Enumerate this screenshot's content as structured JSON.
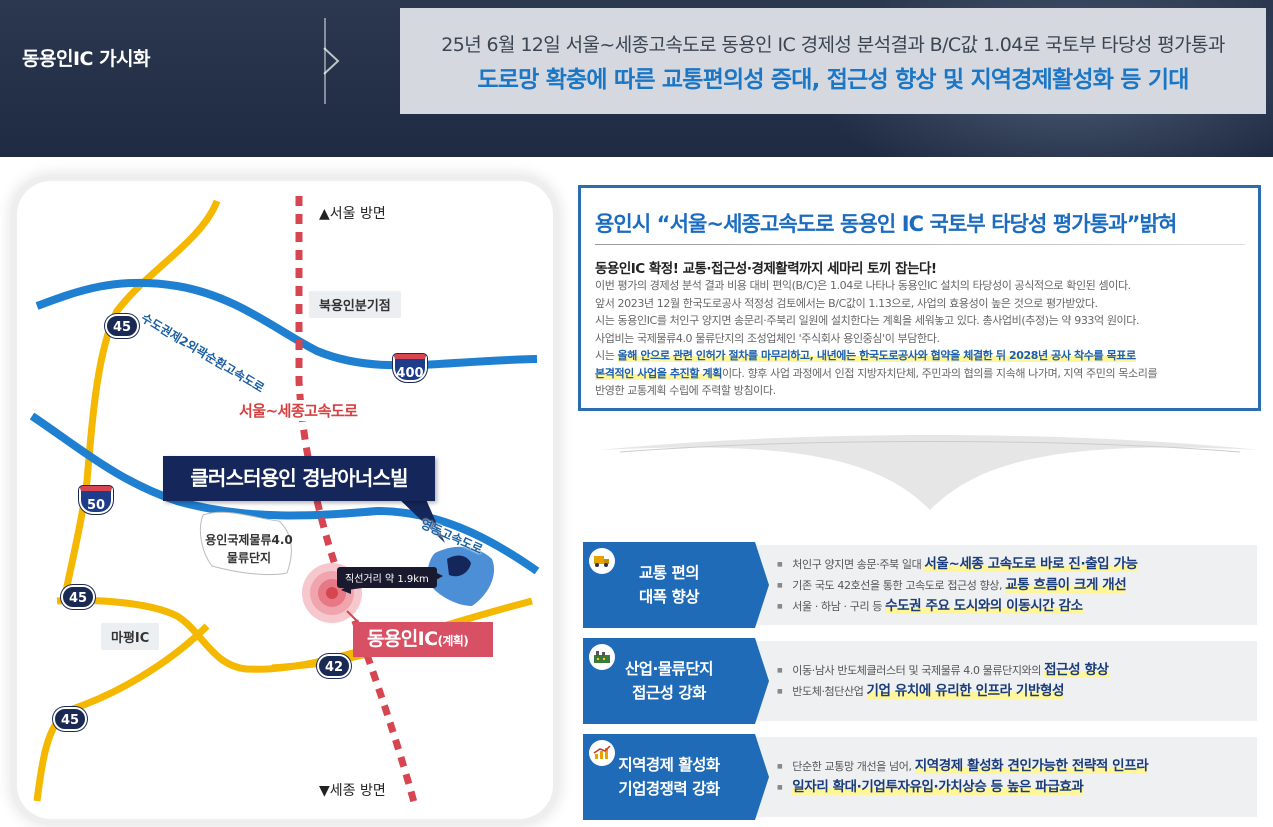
{
  "header": {
    "title": "동용인IC 가시화",
    "line1": "25년 6월 12일 서울~세종고속도로 동용인 IC 경제성 분석결과 B/C값 1.04로 국토부 타당성 평가통과",
    "line2": "도로망 확충에 따른 교통편의성 증대, 접근성 향상 및 지역경제활성화 등 기대"
  },
  "map": {
    "north_label": "▲서울 방면",
    "south_label": "▼세종 방면",
    "buk_junction": "북용인분기점",
    "mapyeong_ic": "마평IC",
    "red_road": "서울~세종고속도로",
    "capital_ring_road": "수도권제2외곽순환고속도로",
    "yeongdong_road": "영동고속도로",
    "cluster_callout": "클러스터용인 경남아너스빌",
    "logistics_line1": "용인국제물류4.0",
    "logistics_line2": "물류단지",
    "distance": "직선거리 약 1.9km",
    "ic_main": "동용인IC",
    "ic_sub": "(계획)",
    "route_45": "45",
    "route_400": "400",
    "route_50": "50",
    "route_42": "42",
    "colors": {
      "expressway": "#1f7fd1",
      "national_road": "#f5b800",
      "planned_road": "#d64550",
      "navy": "#15275a"
    }
  },
  "article": {
    "title": "용인시 “서울~세종고속도로 동용인 IC 국토부 타당성 평가통과”밝혀",
    "subtitle": "동용인IC 확정! 교통·접근성·경제활력까지 세마리 토끼 잡는다!",
    "p1": "이번 평가의 경제성 분석 결과 비용 대비 편익(B/C)은 1.04로 나타나 동용인IC 설치의 타당성이 공식적으로 확인된 셈이다.",
    "p2": "앞서 2023년 12월 한국도로공사 적정성 검토에서는 B/C값이 1.13으로, 사업의 효용성이 높은 것으로 평가받았다.",
    "p3": "시는 동용인IC를 처인구 양지면 송문리·주북리 일원에 설치한다는 계획을 세워놓고 있다. 총사업비(추정)는 약 933억 원이다.",
    "p4": "사업비는 국제물류4.0 물류단지의 조성업체인 '주식회사 용인중심'이 부담한다.",
    "p5_pre": "시는 ",
    "p5_hl1": "올해 안으로 관련 인허가 절차를 마무리하고, 내년에는 한국도로공사와 협약을 체결한 뒤 2028년 공사 착수를 목표로",
    "p6_hl": "본격적인 사업을 추진할 계획",
    "p6_post": "이다. 향후 사업 과정에서 인접 지방자치단체, 주민과의 협의를 지속해 나가며, 지역 주민의 목소리를",
    "p7": "반영한 교통계획 수립에 주력할 방침이다."
  },
  "benefits": [
    {
      "icon": "truck-icon",
      "title1": "교통 편의",
      "title2": "대폭 향상",
      "items": [
        {
          "pre": "처인구 양지면 송문·주북 일대 ",
          "hl": "서울~세종 고속도로 바로 진·출입 가능"
        },
        {
          "pre": "기존 국도 42호선을 통한 고속도로 접근성 향상, ",
          "hl": "교통 흐름이 크게 개선"
        },
        {
          "pre": "서울 · 하남 · 구리 등 ",
          "hl": "수도권 주요 도시와의 이동시간 감소"
        }
      ]
    },
    {
      "icon": "factory-icon",
      "title1": "산업·물류단지",
      "title2": "접근성 강화",
      "items": [
        {
          "pre": "이동·남사 반도체클러스터 및 국제물류 4.0 물류단지와의 ",
          "hl": "접근성 향상"
        },
        {
          "pre": "반도체·첨단산업 ",
          "hl": "기업 유치에 유리한 인프라 기반형성"
        }
      ]
    },
    {
      "icon": "chart-icon",
      "title1": "지역경제 활성화",
      "title2": "기업경쟁력 강화",
      "items": [
        {
          "pre": "단순한 교통망 개선을 넘어, ",
          "hl": "지역경제 활성화 견인가능한 전략적 인프라"
        },
        {
          "pre": "",
          "hl": "일자리 확대·기업투자유입·가치상승 등 높은 파급효과"
        }
      ]
    }
  ]
}
